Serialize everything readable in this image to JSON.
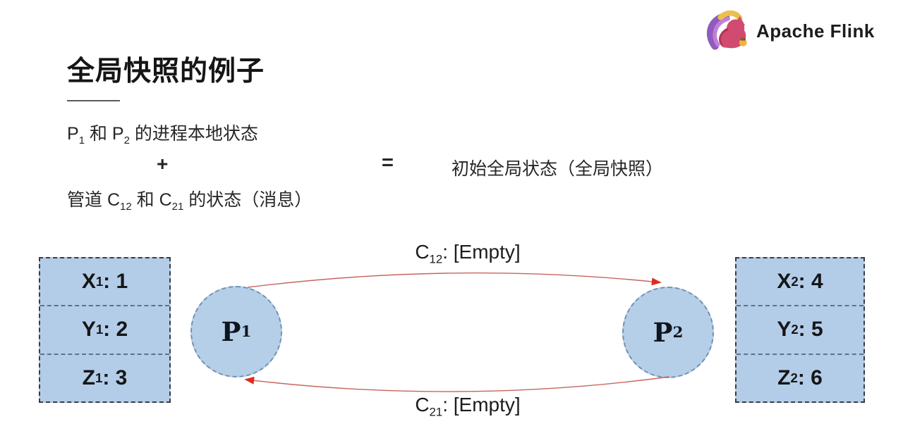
{
  "brand": {
    "name": "Apache Flink"
  },
  "title": {
    "text": "全局快照的例子"
  },
  "equation": {
    "line1": {
      "pre": "P",
      "sub1": "1",
      "mid": " 和 P",
      "sub2": "2",
      "post": " 的进程本地状态"
    },
    "plus": "+",
    "equals": "=",
    "result": "初始全局状态（全局快照）",
    "line2": {
      "pre": "管道 C",
      "sub1": "12",
      "mid": " 和 C",
      "sub2": "21",
      "post": " 的状态（消息）"
    }
  },
  "diagram": {
    "channels": {
      "top": {
        "pre": "C",
        "sub": "12",
        "post": ": [Empty]"
      },
      "bottom": {
        "pre": "C",
        "sub": "21",
        "post": ": [Empty]"
      }
    },
    "processes": {
      "p1": {
        "label": "P",
        "sub": "1"
      },
      "p2": {
        "label": "P",
        "sub": "2"
      }
    },
    "left_box": {
      "cells": [
        {
          "name": "X",
          "sub": "1",
          "value": ": 1"
        },
        {
          "name": "Y",
          "sub": "1",
          "value": ": 2"
        },
        {
          "name": "Z",
          "sub": "1",
          "value": ": 3"
        }
      ]
    },
    "right_box": {
      "cells": [
        {
          "name": "X",
          "sub": "2",
          "value": ": 4"
        },
        {
          "name": "Y",
          "sub": "2",
          "value": ": 5"
        },
        {
          "name": "Z",
          "sub": "2",
          "value": ": 6"
        }
      ]
    }
  },
  "colors": {
    "box_fill": "#b3cde9",
    "box_border": "#3c3c3c",
    "cell_divider": "#5d7186",
    "circle_border": "#7590af",
    "arrow_line": "#c7655c",
    "arrowhead": "#e02b20",
    "text": "#1f1f1f",
    "logo_body": "#d14a70",
    "logo_tail_purple": "#8f5bbf",
    "logo_hair_orange": "#ecc04f"
  }
}
